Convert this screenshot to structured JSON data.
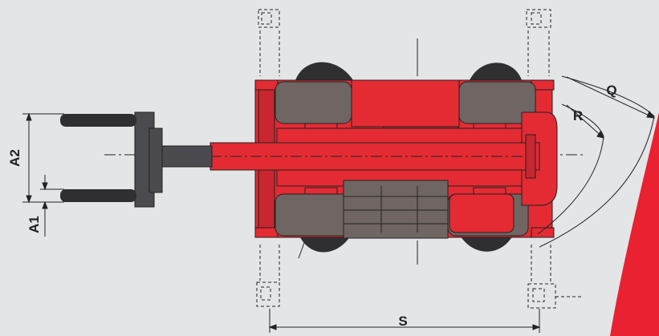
{
  "diagram": {
    "labels": {
      "a1": "A1",
      "a2": "A2",
      "s": "S",
      "r": "R",
      "q": "Q"
    },
    "colors": {
      "background": "#e4e5e7",
      "body_red": "#e42b33",
      "body_red_dark": "#b81f26",
      "wheel_gray": "#6f6563",
      "fork_dark": "#2f2f31",
      "line": "#222222",
      "corner_accent": "#ea2130"
    }
  }
}
